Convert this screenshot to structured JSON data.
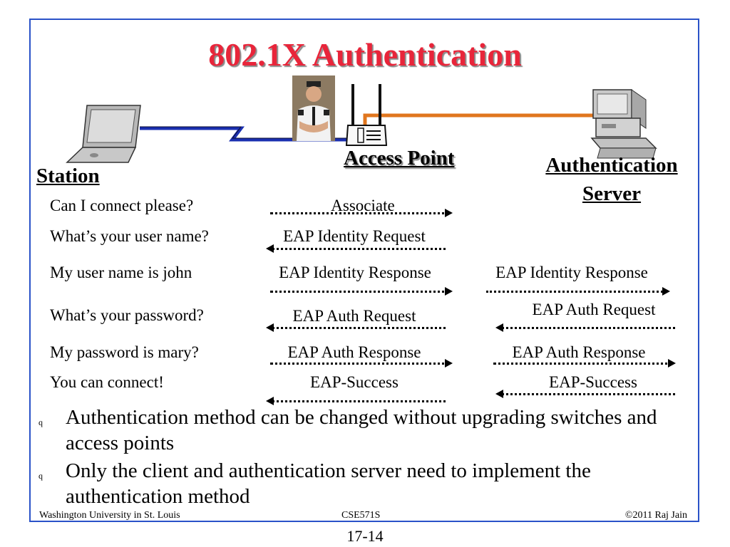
{
  "title": "802.1X Authentication",
  "labels": {
    "station": "Station",
    "access_point": "Access Point",
    "auth_server_line1": "Authentication",
    "auth_server_line2": "Server"
  },
  "rows": [
    {
      "station": "Can I connect please?",
      "ap": "Associate",
      "server": ""
    },
    {
      "station": "What’s your user name?",
      "ap": "EAP Identity Request",
      "server": ""
    },
    {
      "station": "My user name is john",
      "ap": "EAP Identity Response",
      "server": "EAP Identity Response"
    },
    {
      "station": "What’s your password?",
      "ap": "EAP Auth Request",
      "server": "EAP Auth Request"
    },
    {
      "station": "My password is mary?",
      "ap": "EAP Auth Response",
      "server": "EAP Auth Response"
    },
    {
      "station": "You can connect!",
      "ap": "EAP-Success",
      "server": "EAP-Success"
    }
  ],
  "bullets": [
    "Authentication method can be changed without upgrading switches and access points",
    "Only the client and authentication server need to implement the authentication method"
  ],
  "bullet_marker": "q",
  "footer": {
    "left": "Washington University in St. Louis",
    "center": "CSE571S",
    "right": "©2011 Raj Jain"
  },
  "page_number": "17-14",
  "colors": {
    "title": "#e8253a",
    "frame": "#2a52c8",
    "station_link": "#1a2fb0",
    "server_link": "#e0761e"
  },
  "icons": [
    "laptop-icon",
    "guard-icon",
    "access-point-icon",
    "server-computer-icon"
  ]
}
